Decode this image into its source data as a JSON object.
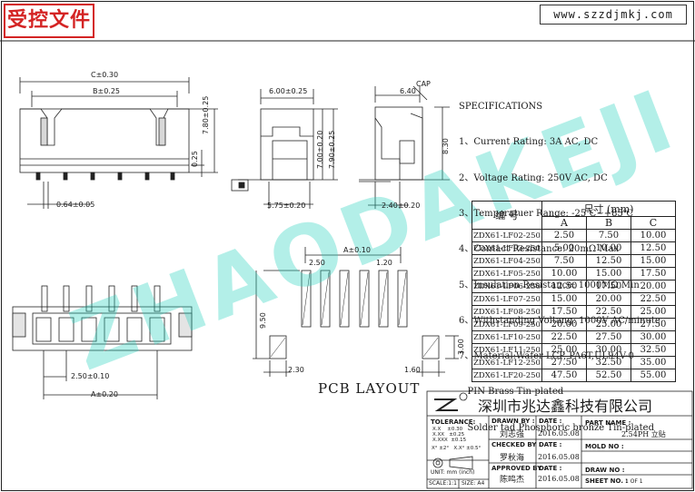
{
  "stamp": "受控文件",
  "url": "www.szzdjmkj.com",
  "watermark": "ZHAODAKEJI",
  "specs": {
    "heading": "SPECIFICATIONS",
    "lines": [
      "1、Current Rating: 3A AC, DC",
      "2、Voltage Rating: 250V AC, DC",
      "3、Temperatuer Range: -25℃~+85℃",
      "4、Contact Resistance: 20mΩ Max",
      "5、Insulation Resistance: 1000MΩ Min",
      "6、Withstanding Voltang: 1000V AC/minute",
      "7、Material:Wafer LCP, PA6T,UL94V-0",
      "   PIN Brass Tin-plated",
      "   Solder tad Phosphoric bronze Tin-plated"
    ]
  },
  "table": {
    "col_part": "编 号",
    "col_size": "尺寸 (mm)",
    "cols": [
      "A",
      "B",
      "C"
    ],
    "rows": [
      [
        "ZDX61-LF02-250",
        "2.50",
        "7.50",
        "10.00"
      ],
      [
        "ZDX61-LF03-250",
        "5.00",
        "10.00",
        "12.50"
      ],
      [
        "ZDX61-LF04-250",
        "7.50",
        "12.50",
        "15.00"
      ],
      [
        "ZDX61-LF05-250",
        "10.00",
        "15.00",
        "17.50"
      ],
      [
        "ZDX61-LF06-250",
        "12.50",
        "17.50",
        "20.00"
      ],
      [
        "ZDX61-LF07-250",
        "15.00",
        "20.00",
        "22.50"
      ],
      [
        "ZDX61-LF08-250",
        "17.50",
        "22.50",
        "25.00"
      ],
      [
        "ZDX61-LF09-250",
        "20.00",
        "25.00",
        "27.50"
      ],
      [
        "ZDX61-LF10-250",
        "22.50",
        "27.50",
        "30.00"
      ],
      [
        "ZDX61-LF11-250",
        "25.00",
        "30.00",
        "32.50"
      ],
      [
        "ZDX61-LF12-250",
        "27.50",
        "32.50",
        "35.00"
      ],
      [
        "ZDX61-LF20-250",
        "47.50",
        "52.50",
        "55.00"
      ]
    ]
  },
  "dims": {
    "c": "C±0.30",
    "b": "B±0.25",
    "h780": "7.80±0.25",
    "h025": "0.25",
    "p064": "0.64±0.05",
    "w600": "6.00±0.25",
    "h700": "7.00±0.20",
    "h790": "7.90±0.25",
    "w575": "5.75±0.20",
    "w640": "6.40",
    "cap": "CAP",
    "h830": "8.30",
    "w240": "2.40±0.20",
    "a010": "A±0.10",
    "p250": "2.50",
    "p120": "1.20",
    "h950": "9.50",
    "h300": "3.00",
    "w230": "2.30",
    "w160": "1.60",
    "p25010": "2.50±0.10",
    "a020": "A±0.20"
  },
  "pcb_label": "PCB LAYOUT",
  "title_block": {
    "company": "深圳市兆达鑫科技有限公司",
    "tolerance": "TOLERANCE:",
    "tol_lines": [
      "X.X    ±0.30",
      "X.XX   ±0.25",
      "X.XXX  ±0.15"
    ],
    "angle": "X° ±2°   X.X° ±0.5°",
    "unit": "UNIT: mm (inch)",
    "scale": "SCALE:1:1",
    "size": "SIZE: A4",
    "drawn_by_label": "DRAWN BY :",
    "drawn_by": "刘志强",
    "checked_by_label": "CHECKED BY :",
    "checked_by": "罗秋海",
    "approved_by_label": "APPROVED BY :",
    "approved_by": "陈鸣杰",
    "date_label": "DATE :",
    "date": "2016.05.08",
    "part_name_label": "PART NAME :",
    "part_name": "2.54PH 立贴",
    "mold_no_label": "MOLD NO :",
    "draw_no_label": "DRAW NO :",
    "sheet_label": "SHEET NO. :",
    "sheet": "1 OF 1"
  }
}
